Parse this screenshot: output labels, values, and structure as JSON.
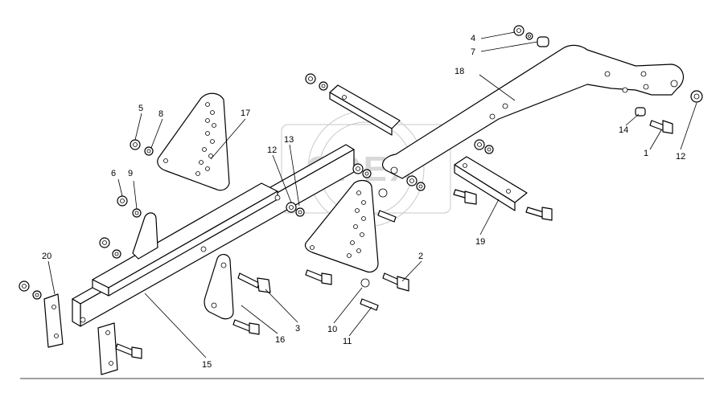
{
  "callouts": [
    "1",
    "2",
    "3",
    "4",
    "5",
    "6",
    "7",
    "8",
    "9",
    "10",
    "11",
    "12",
    "12",
    "13",
    "14",
    "15",
    "16",
    "17",
    "18",
    "19",
    "20"
  ],
  "watermark": "OPEX"
}
